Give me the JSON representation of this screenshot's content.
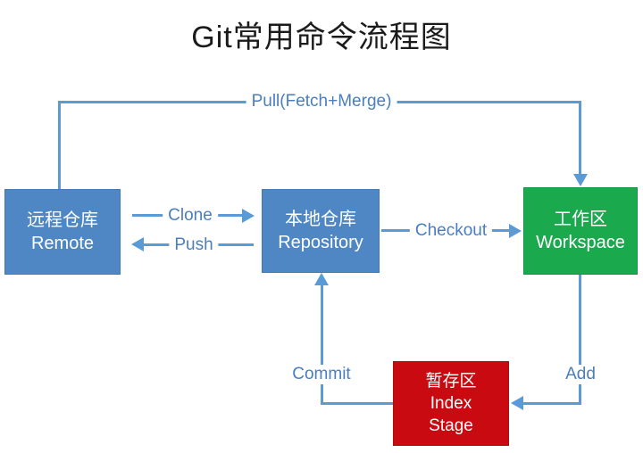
{
  "title": "Git常用命令流程图",
  "colors": {
    "box_blue": "#4e87c4",
    "box_green": "#1ba94e",
    "box_red": "#c90a10",
    "line_color": "#5b9bd5",
    "label_color": "#4a7ebd",
    "title_color": "#1b1b1b",
    "bg": "#ffffff"
  },
  "nodes": {
    "remote": {
      "line1": "远程仓库",
      "line2": "Remote"
    },
    "repository": {
      "line1": "本地仓库",
      "line2": "Repository"
    },
    "workspace": {
      "line1": "工作区",
      "line2": "Workspace"
    },
    "index": {
      "line1": "暂存区",
      "line2": "Index",
      "line3": "Stage"
    }
  },
  "edges": {
    "pull": {
      "label": "Pull(Fetch+Merge)",
      "from": "remote",
      "to": "workspace"
    },
    "clone": {
      "label": "Clone",
      "from": "remote",
      "to": "repository"
    },
    "push": {
      "label": "Push",
      "from": "repository",
      "to": "remote"
    },
    "checkout": {
      "label": "Checkout",
      "from": "repository",
      "to": "workspace"
    },
    "commit": {
      "label": "Commit",
      "from": "index",
      "to": "repository"
    },
    "add": {
      "label": "Add",
      "from": "workspace",
      "to": "index"
    }
  }
}
